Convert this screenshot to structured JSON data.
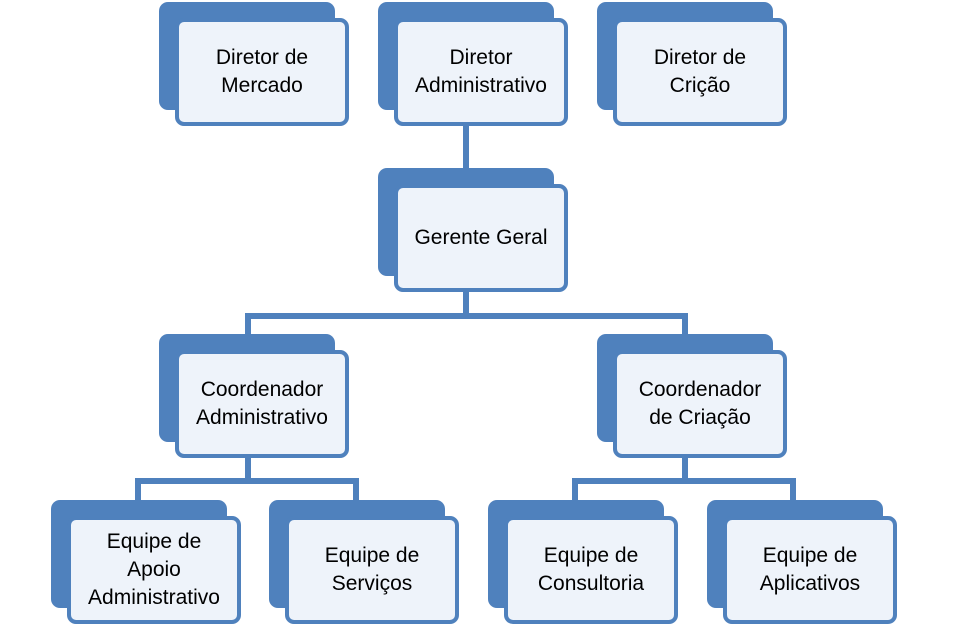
{
  "org_chart": {
    "directors": {
      "market": "Diretor de\nMercado",
      "admin": "Diretor\nAdministrativo",
      "creation": "Diretor de\nCrição"
    },
    "general_manager": "Gerente Geral",
    "coordinators": {
      "admin": "Coordenador\nAdministrativo",
      "creation": "Coordenador\nde Criação"
    },
    "teams": {
      "admin_support": "Equipe de\nApoio\nAdministrativo",
      "services": "Equipe de\nServiços",
      "consulting": "Equipe de\nConsultoria",
      "apps": "Equipe de\nAplicativos"
    }
  },
  "colors": {
    "accent": "#4f81bd",
    "card_fill": "#eef3fa",
    "text": "#000000"
  }
}
